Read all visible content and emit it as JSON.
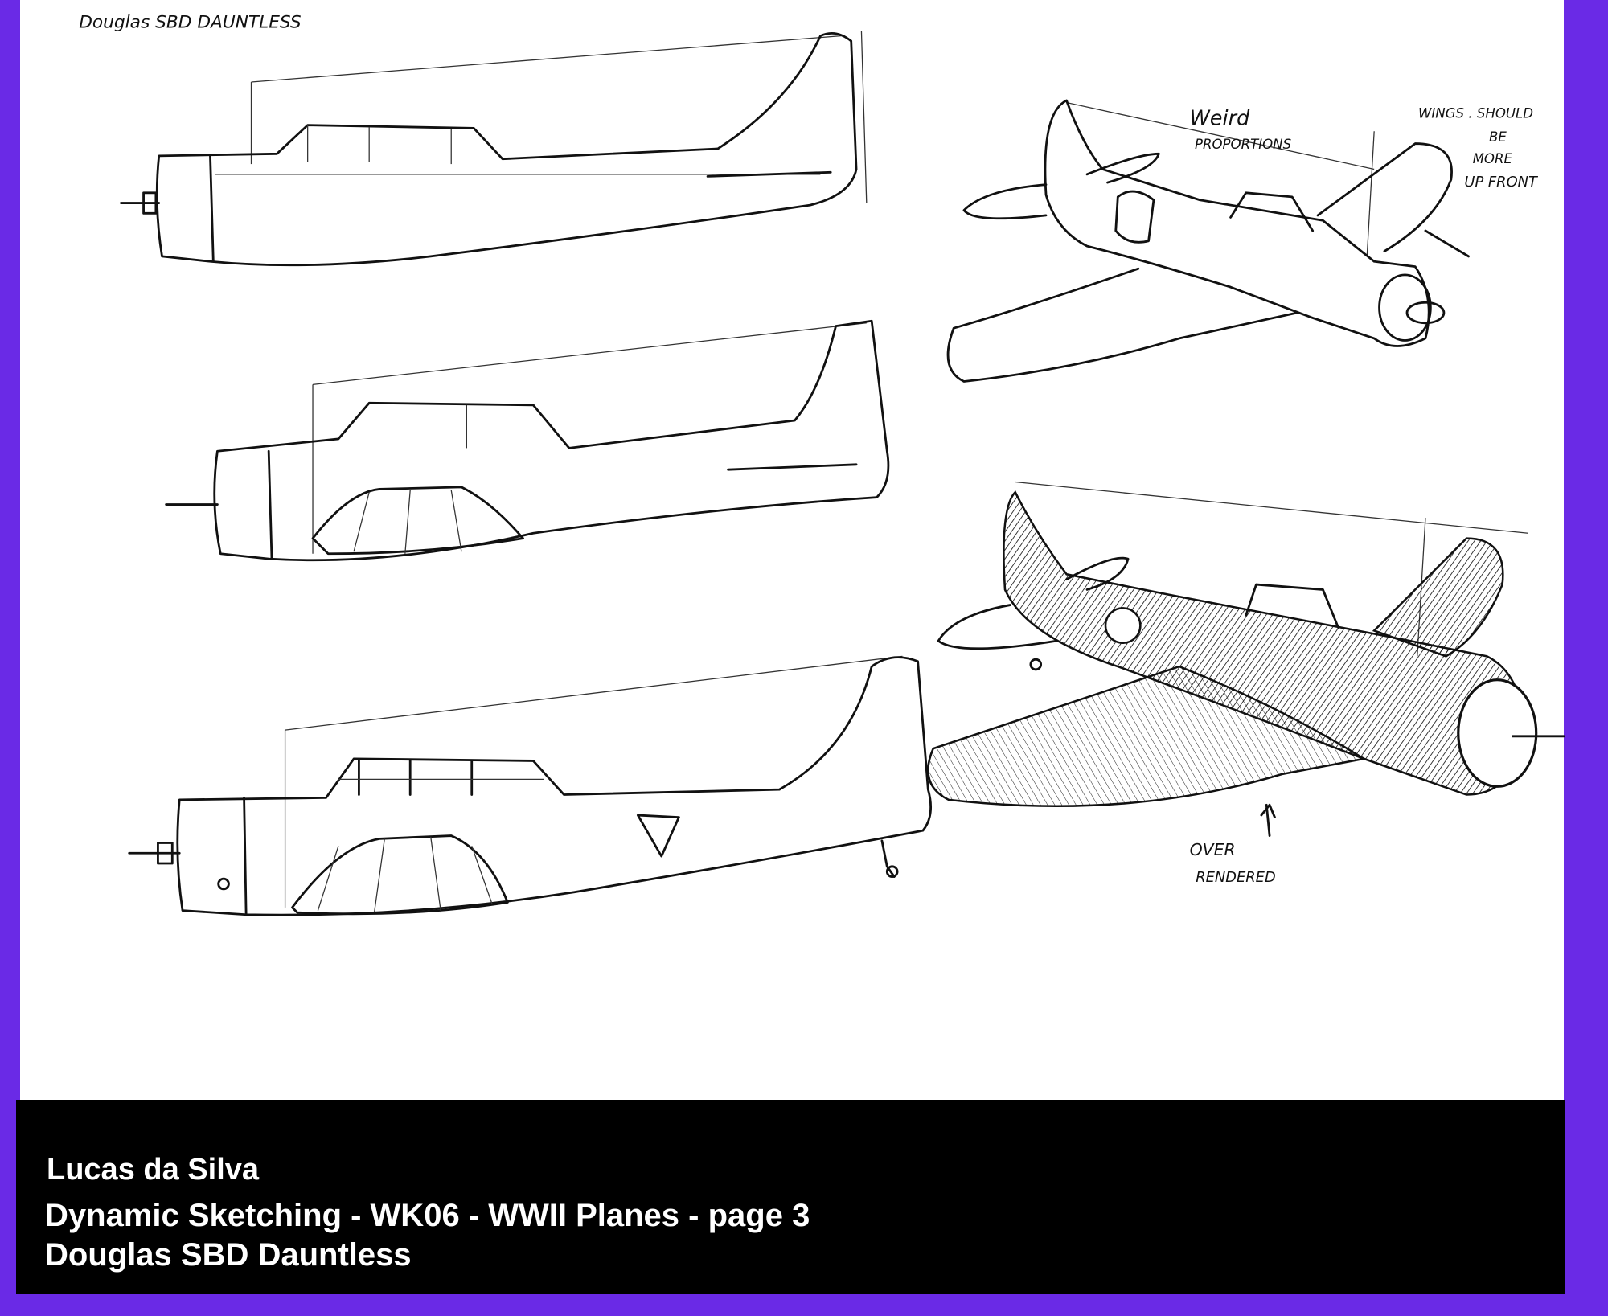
{
  "sketch": {
    "title_note": "Douglas SBD DAUNTLESS",
    "note_weird_1": "Weird",
    "note_weird_2": "PROPORTIONS",
    "note_wings_1": "WINGS . SHOULD",
    "note_wings_2": "BE",
    "note_wings_3": "MORE",
    "note_wings_4": "UP FRONT",
    "note_over_1": "OVER",
    "note_over_2": "RENDERED"
  },
  "caption": {
    "author": "Lucas da Silva",
    "course": "Dynamic Sketching - WK06 - WWII Planes - page 3",
    "subject": "Douglas SBD Dauntless"
  },
  "colors": {
    "frame": "#6a2ae6",
    "caption_bg": "#000000",
    "paper": "#ffffff"
  }
}
